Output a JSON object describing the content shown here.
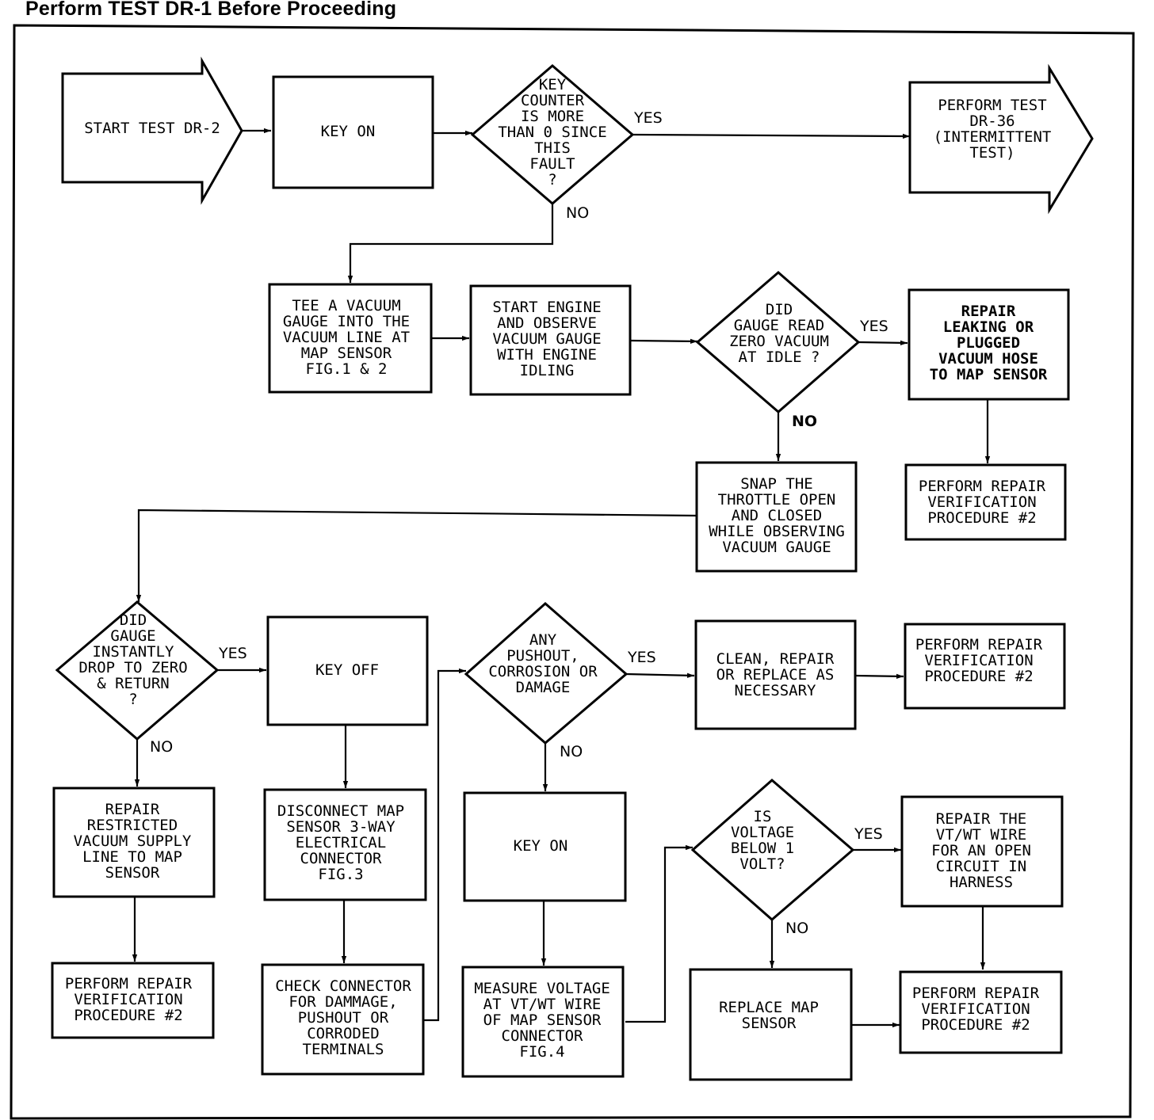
{
  "page": {
    "heading": "Perform TEST DR-1 Before Proceeding"
  },
  "nodes": {
    "start_test": {
      "lines": [
        "START TEST DR-2"
      ]
    },
    "key_on_1": {
      "lines": [
        "KEY ON"
      ]
    },
    "key_counter": {
      "lines": [
        "KEY",
        "COUNTER",
        "IS MORE",
        "THAN 0 SINCE",
        "THIS",
        "FAULT",
        "?"
      ]
    },
    "perform_dr36": {
      "lines": [
        "PERFORM TEST",
        "DR-36",
        "(INTERMITTENT",
        "TEST)"
      ]
    },
    "tee_gauge": {
      "lines": [
        "TEE A VACUUM",
        "GAUGE INTO THE",
        "VACUUM LINE AT",
        "MAP SENSOR",
        "FIG.1 & 2"
      ]
    },
    "start_engine": {
      "lines": [
        "START ENGINE",
        "AND OBSERVE",
        "VACUUM GAUGE",
        "WITH ENGINE",
        "IDLING"
      ]
    },
    "zero_vacuum": {
      "lines": [
        "DID",
        "GAUGE READ",
        "ZERO VACUUM",
        "AT IDLE ?"
      ]
    },
    "repair_hose": {
      "lines": [
        "REPAIR",
        "LEAKING OR",
        "PLUGGED",
        "VACUUM HOSE",
        "TO MAP SENSOR"
      ]
    },
    "verify_1": {
      "lines": [
        "PERFORM REPAIR",
        "VERIFICATION",
        "PROCEDURE #2"
      ]
    },
    "snap_throttle": {
      "lines": [
        "SNAP THE",
        "THROTTLE OPEN",
        "AND CLOSED",
        "WHILE OBSERVING",
        "VACUUM GAUGE"
      ]
    },
    "gauge_drop": {
      "lines": [
        "DID",
        "GAUGE",
        "INSTANTLY",
        "DROP TO ZERO",
        "& RETURN",
        "?"
      ]
    },
    "key_off": {
      "lines": [
        "KEY OFF"
      ]
    },
    "pushout": {
      "lines": [
        "ANY",
        "PUSHOUT,",
        "CORROSION OR",
        "DAMAGE"
      ]
    },
    "clean_repair": {
      "lines": [
        "CLEAN, REPAIR",
        "OR REPLACE AS",
        "NECESSARY"
      ]
    },
    "verify_2": {
      "lines": [
        "PERFORM REPAIR",
        "VERIFICATION",
        "PROCEDURE #2"
      ]
    },
    "repair_supply": {
      "lines": [
        "REPAIR",
        "RESTRICTED",
        "VACUUM SUPPLY",
        "LINE TO MAP",
        "SENSOR"
      ]
    },
    "verify_3": {
      "lines": [
        "PERFORM REPAIR",
        "VERIFICATION",
        "PROCEDURE #2"
      ]
    },
    "disconnect": {
      "lines": [
        "DISCONNECT MAP",
        "SENSOR 3-WAY",
        "ELECTRICAL",
        "CONNECTOR",
        "FIG.3"
      ]
    },
    "check_connector": {
      "lines": [
        "CHECK CONNECTOR",
        "FOR DAMMAGE,",
        "PUSHOUT OR",
        "CORRODED",
        "TERMINALS"
      ]
    },
    "key_on_2": {
      "lines": [
        "KEY ON"
      ]
    },
    "measure_voltage": {
      "lines": [
        "MEASURE VOLTAGE",
        "AT VT/WT WIRE",
        "OF MAP SENSOR",
        "CONNECTOR",
        "FIG.4"
      ]
    },
    "voltage_below": {
      "lines": [
        "IS",
        "VOLTAGE",
        "BELOW 1",
        "VOLT?"
      ]
    },
    "repair_wire": {
      "lines": [
        "REPAIR THE",
        "VT/WT WIRE",
        "FOR AN OPEN",
        "CIRCUIT IN",
        "HARNESS"
      ]
    },
    "replace_sensor": {
      "lines": [
        "REPLACE MAP",
        "SENSOR"
      ]
    },
    "verify_4": {
      "lines": [
        "PERFORM REPAIR",
        "VERIFICATION",
        "PROCEDURE #2"
      ]
    }
  },
  "labels": {
    "yes_key_counter": "YES",
    "no_key_counter": "NO",
    "yes_zero_vacuum": "YES",
    "no_zero_vacuum": "NO",
    "yes_gauge_drop": "YES",
    "no_gauge_drop": "NO",
    "yes_pushout": "YES",
    "no_pushout": "NO",
    "yes_voltage": "YES",
    "no_voltage": "NO"
  }
}
